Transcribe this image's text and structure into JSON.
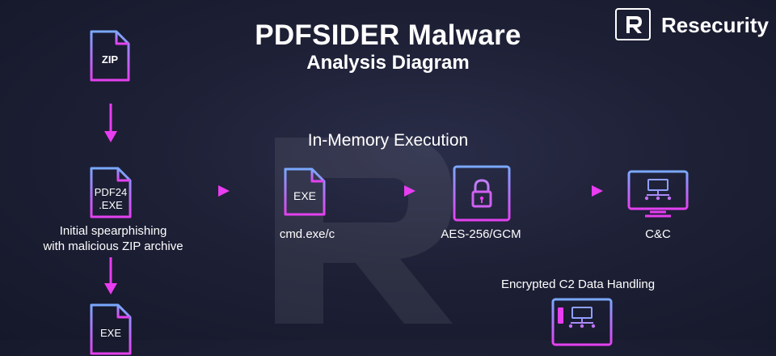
{
  "header": {
    "title_line1": "PDFSIDER Malware",
    "title_line2": "Analysis Diagram"
  },
  "brand": {
    "name": "Resecurity"
  },
  "section_label": "In-Memory Execution",
  "nodes": {
    "zip": {
      "icon_text": "ZIP"
    },
    "pdf24": {
      "icon_line1": "PDF24",
      "icon_line2": ".EXE",
      "caption_line1": "Initial spearphishing",
      "caption_line2": "with malicious ZIP archive"
    },
    "cmd": {
      "icon_text": "EXE",
      "caption": "cmd.exe/c"
    },
    "aes": {
      "caption": "AES-256/GCM"
    },
    "cc": {
      "caption": "C&C"
    },
    "exe_bottom": {
      "icon_text": "EXE"
    },
    "c2": {
      "caption": "Encrypted C2 Data Handling"
    }
  },
  "colors": {
    "accent_magenta": "#e83df0",
    "accent_blue": "#6aa8ff",
    "background": "#1e2036"
  }
}
